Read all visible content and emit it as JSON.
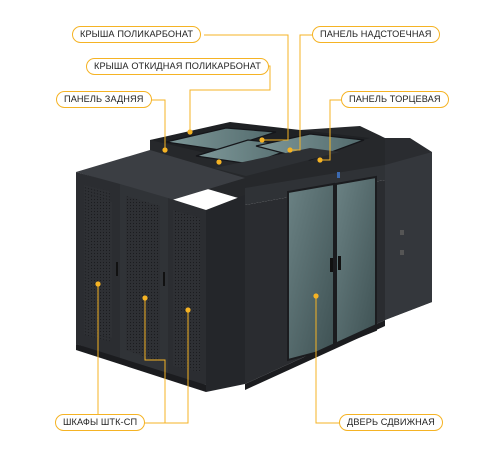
{
  "labels": {
    "roof_polycarbonate": "КРЫША ПОЛИКАРБОНАТ",
    "panel_top": "ПАНЕЛЬ НАДСТОЕЧНАЯ",
    "roof_hinged_polycarbonate": "КРЫША ОТКИДНАЯ ПОЛИКАРБОНАТ",
    "panel_back": "ПАНЕЛЬ ЗАДНЯЯ",
    "panel_end": "ПАНЕЛЬ ТОРЦЕВАЯ",
    "cabinets": "ШКАФЫ ШТК-СП",
    "sliding_door": "ДВЕРЬ СДВИЖНАЯ"
  },
  "colors": {
    "accent": "#f5b324",
    "cabinet_dark": "#2b2d31",
    "cabinet_mid": "#3a3d42",
    "glass": "#4f6466"
  }
}
